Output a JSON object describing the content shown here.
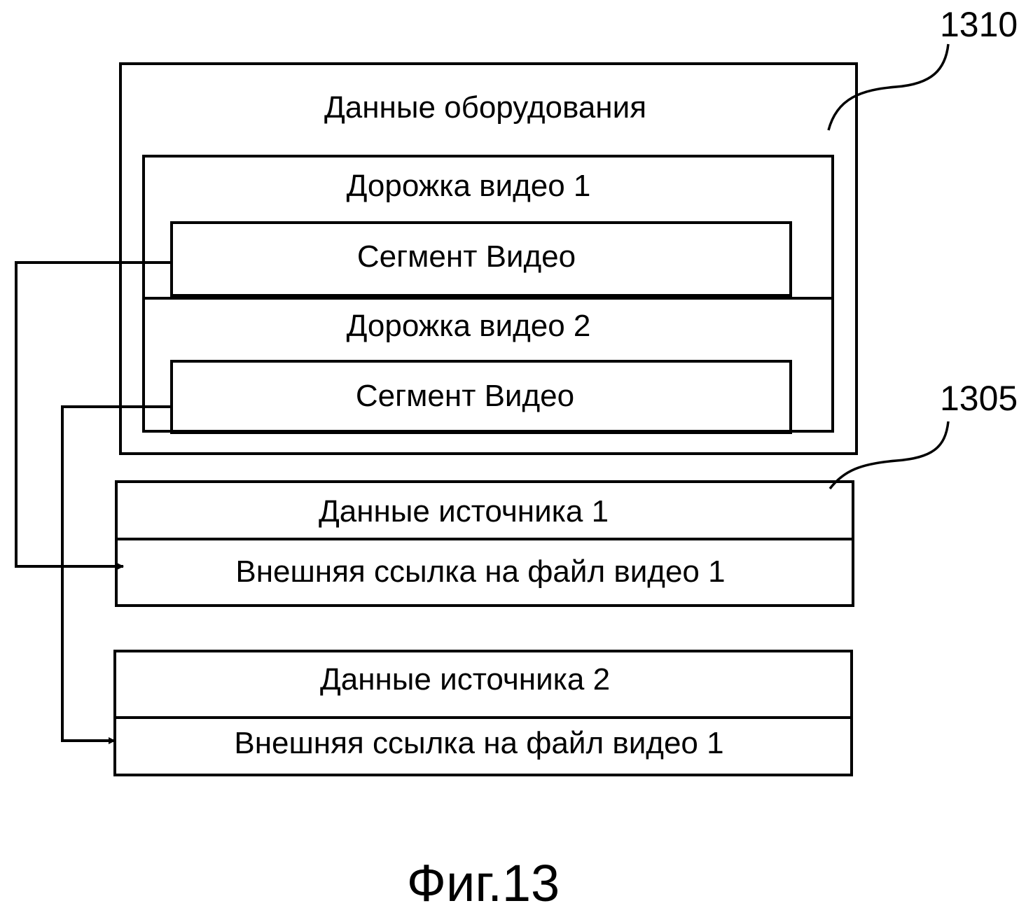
{
  "hardware_data": {
    "title": "Данные оборудования",
    "reference": "1310",
    "tracks": [
      {
        "title": "Дорожка видео 1",
        "segment": "Сегмент Видео"
      },
      {
        "title": "Дорожка видео 2",
        "segment": "Сегмент Видео"
      }
    ]
  },
  "sources": {
    "reference": "1305",
    "items": [
      {
        "title": "Данные источника 1",
        "link": "Внешняя ссылка на файл видео 1"
      },
      {
        "title": "Данные источника 2",
        "link": "Внешняя ссылка на файл видео 1"
      }
    ]
  },
  "connections": [
    {
      "from": "hardware_data.tracks.0.segment",
      "to": "sources.items.0.link"
    },
    {
      "from": "hardware_data.tracks.1.segment",
      "to": "sources.items.1.link"
    }
  ],
  "caption": "Фиг.13"
}
